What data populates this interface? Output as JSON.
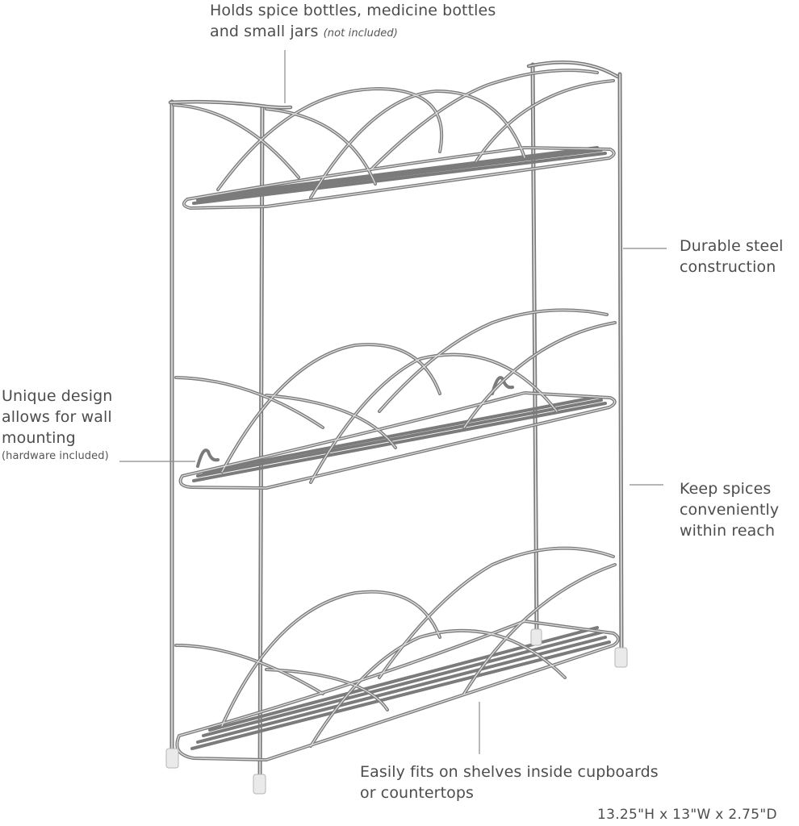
{
  "product": {
    "type": "3-tier wall-mountable chrome wire spice rack",
    "color": "#c9c9c9"
  },
  "callouts": {
    "top": {
      "line1": "Holds spice bottles, medicine bottles",
      "line2": "and small jars",
      "note": "(not included)"
    },
    "steel": {
      "line1": "Durable steel",
      "line2": "construction"
    },
    "wall": {
      "line1": "Unique design",
      "line2": "allows for wall",
      "line3": "mounting",
      "note": "(hardware included)"
    },
    "reach": {
      "line1": "Keep spices",
      "line2": "conveniently",
      "line3": "within reach"
    },
    "bottom": {
      "line1": "Easily fits on shelves inside cupboards",
      "line2": "or countertops"
    }
  },
  "dimensions": "13.25\"H x 13\"W x 2.75\"D",
  "colors": {
    "text": "#4d4d4d",
    "leader_line": "#8a8a8a",
    "wire_dark": "#6e6e6e",
    "wire_light": "#d8d8d8",
    "background": "#ffffff"
  }
}
